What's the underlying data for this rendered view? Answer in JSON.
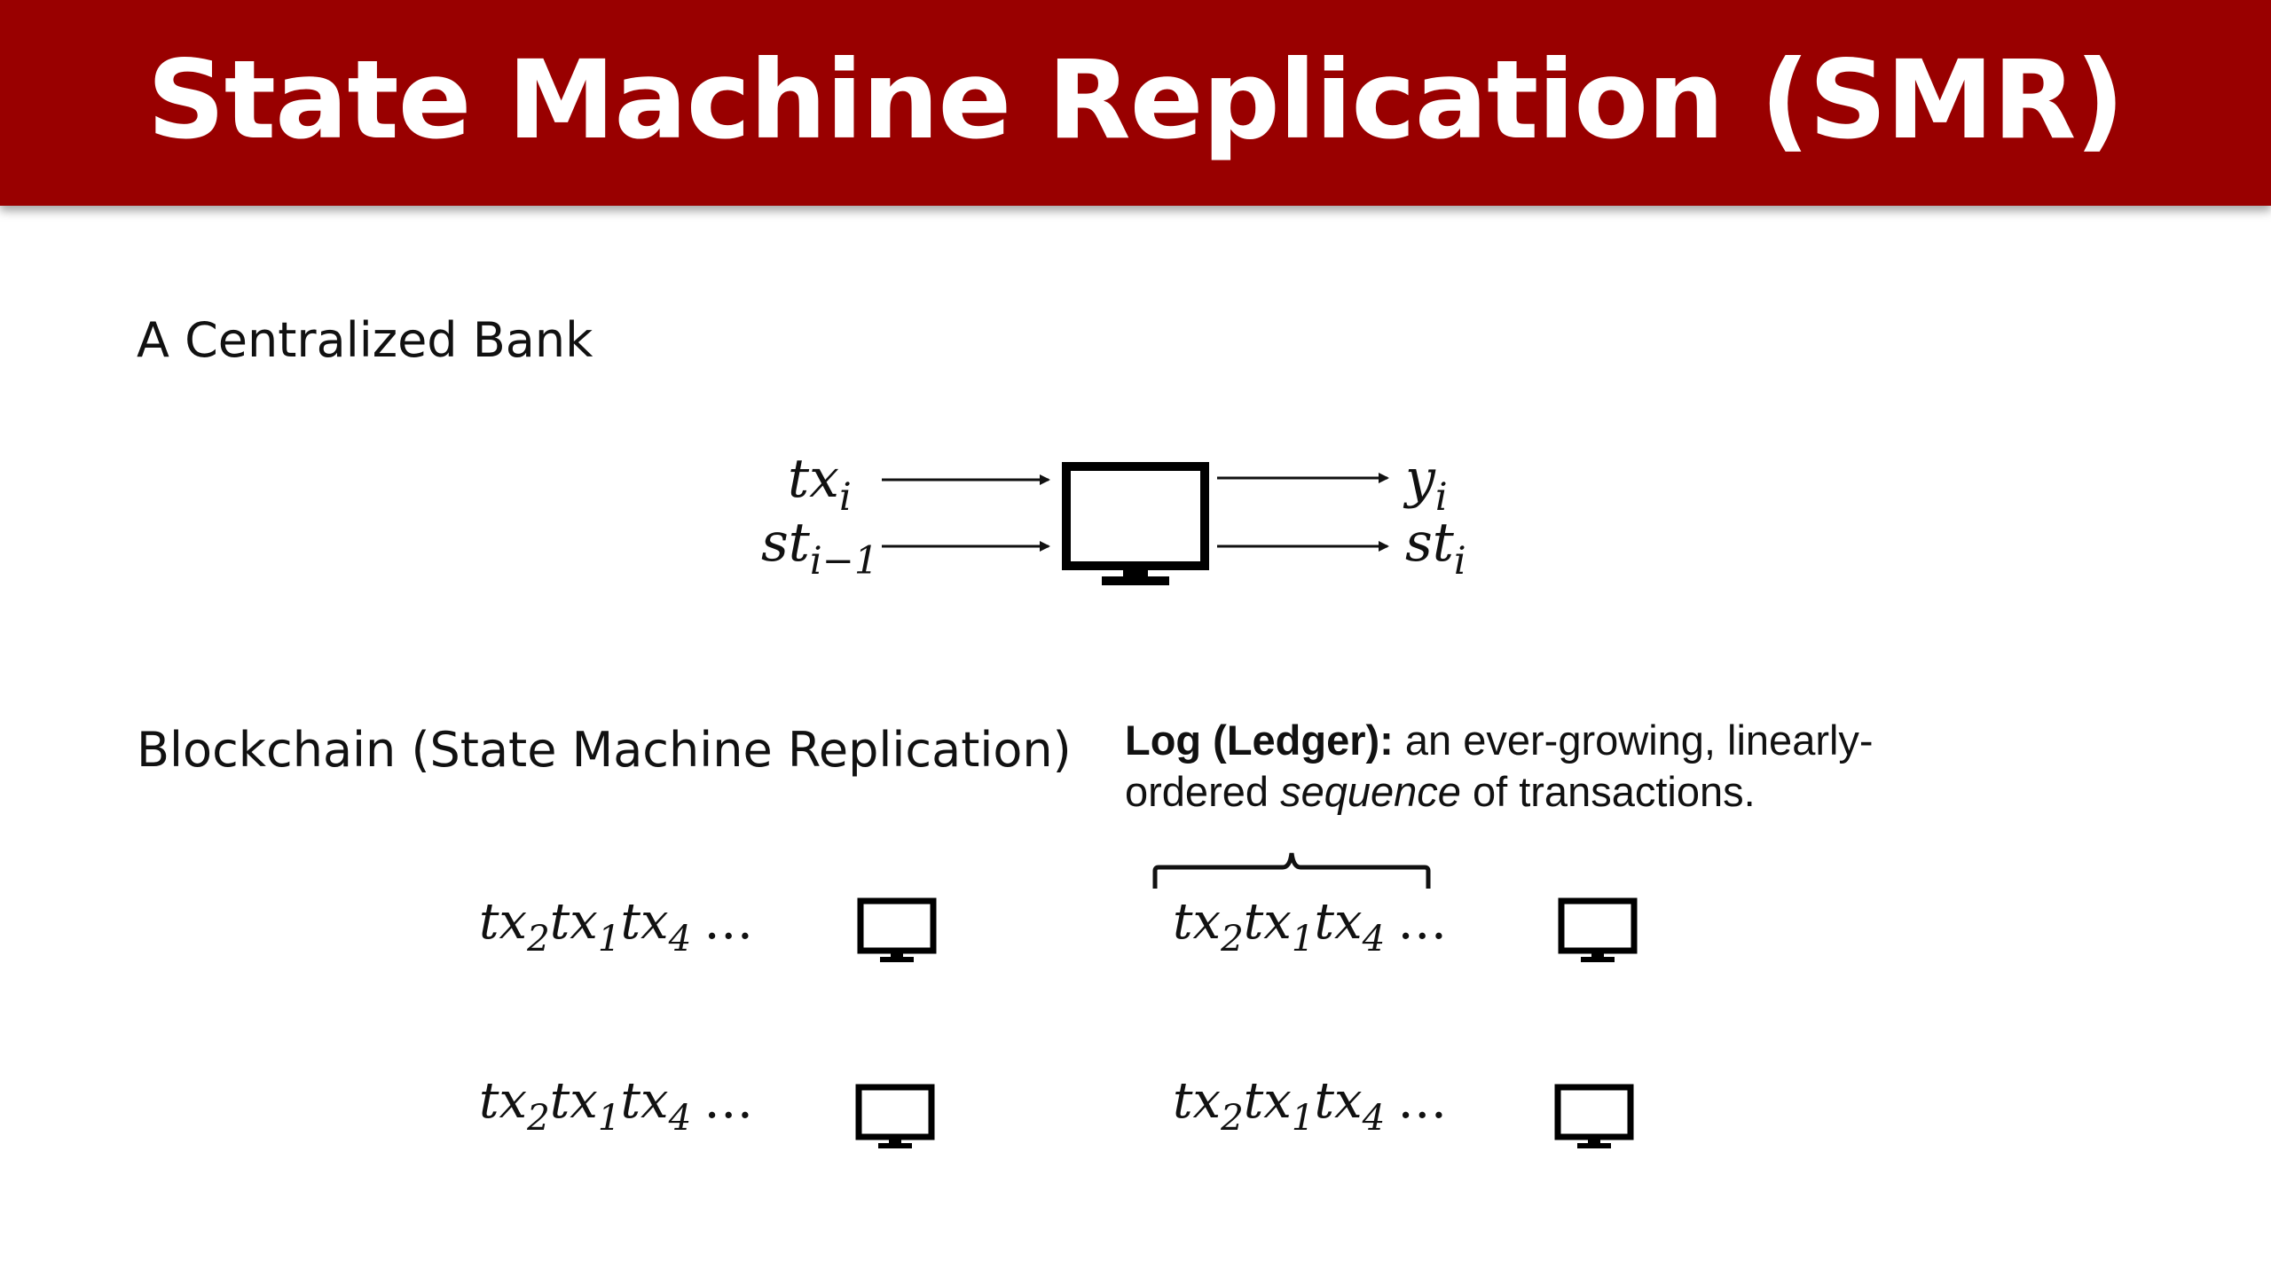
{
  "title": "State Machine Replication (SMR)",
  "colors": {
    "title_bar": "#990000",
    "title_text": "#ffffff",
    "ink": "#111111"
  },
  "centralized": {
    "label": "A Centralized Bank",
    "inputs": [
      {
        "base": "tx",
        "sub": "i"
      },
      {
        "base": "st",
        "sub": "i−1"
      }
    ],
    "outputs": [
      {
        "base": "y",
        "sub": "i"
      },
      {
        "base": "st",
        "sub": "i"
      }
    ],
    "icon": "monitor-icon"
  },
  "blockchain": {
    "label": "Blockchain (State Machine Replication)",
    "note": {
      "bold": "Log (Ledger):",
      "text1": " an ever-growing, linearly-ordered ",
      "italic": "sequence",
      "text2": " of transactions."
    },
    "replica_log": {
      "terms": [
        {
          "base": "tx",
          "sub": "2"
        },
        {
          "base": "tx",
          "sub": "1"
        },
        {
          "base": "tx",
          "sub": "4"
        }
      ],
      "ellipsis": "…"
    },
    "replica_count": 4,
    "icon": "monitor-icon"
  }
}
